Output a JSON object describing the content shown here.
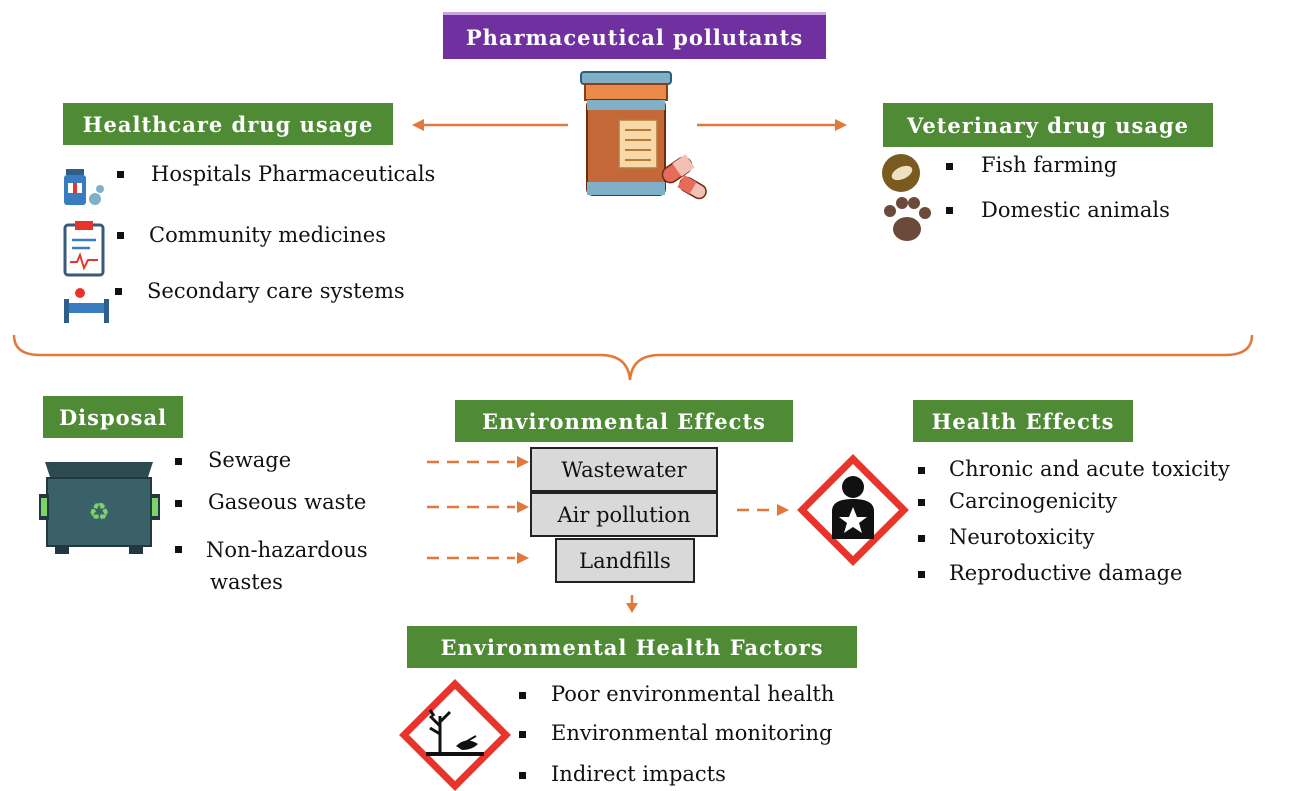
{
  "title": "Pharmaceutical pollutants",
  "healthcare": {
    "label": "Healthcare drug usage",
    "items": [
      "Hospitals Pharmaceuticals",
      "Community medicines",
      "Secondary care systems"
    ]
  },
  "veterinary": {
    "label": "Veterinary drug usage",
    "items": [
      "Fish farming",
      "Domestic animals"
    ]
  },
  "disposal": {
    "label": "Disposal",
    "items": [
      "Sewage",
      "Gaseous waste",
      "Non-hazardous",
      "wastes"
    ]
  },
  "environmental_effects": {
    "label": "Environmental Effects",
    "boxes": [
      "Wastewater",
      "Air pollution",
      "Landfills"
    ]
  },
  "health_effects": {
    "label": "Health Effects",
    "items": [
      "Chronic and acute toxicity",
      "Carcinogenicity",
      "Neurotoxicity",
      "Reproductive damage"
    ]
  },
  "env_health_factors": {
    "label": "Environmental Health Factors",
    "items": [
      "Poor environmental health",
      "Environmental monitoring",
      "Indirect impacts"
    ]
  },
  "colors": {
    "green": "#4f8a35",
    "purple": "#7030a0",
    "arrow": "#e2793a",
    "hazard_red": "#e8352c"
  },
  "icons": [
    "pill-bottle-icon",
    "medicine-icon",
    "clipboard-icon",
    "hospital-bed-icon",
    "fish-icon",
    "paw-icon",
    "dumpster-icon",
    "health-hazard-icon",
    "environment-hazard-icon"
  ]
}
